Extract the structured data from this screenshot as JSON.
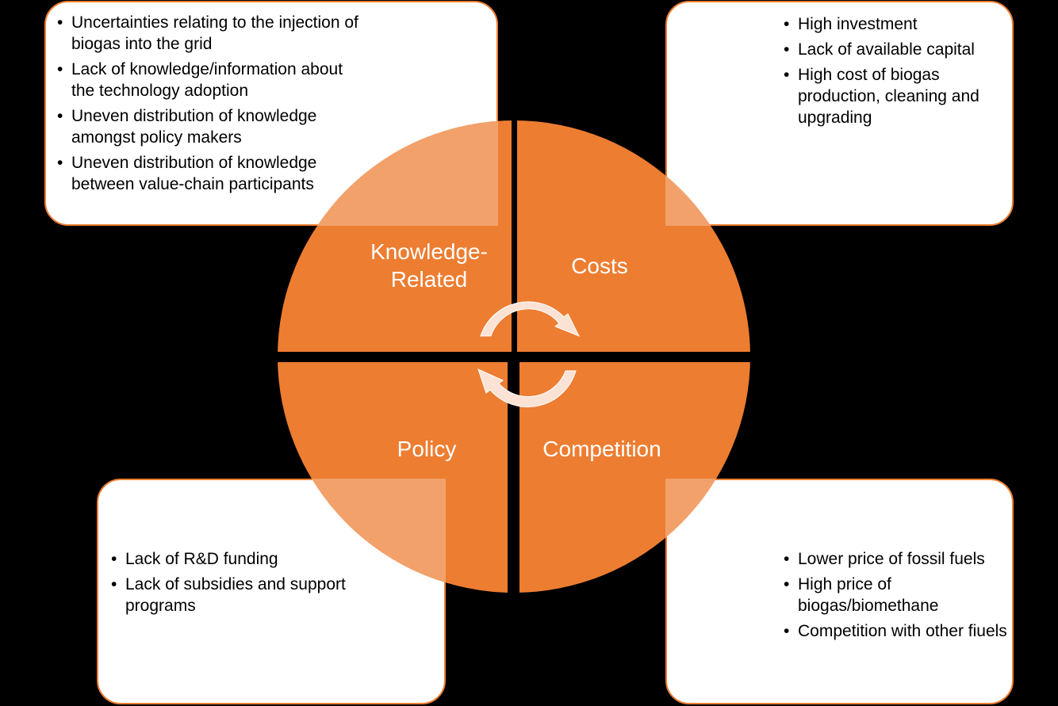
{
  "colors": {
    "accent": "#ed7d31",
    "background": "#000000",
    "box_fill": "#ffffff"
  },
  "quadrants": {
    "knowledge": {
      "label": "Knowledge-Related",
      "line1": "Knowledge-",
      "line2": "Related"
    },
    "costs": {
      "label": "Costs"
    },
    "policy": {
      "label": "Policy"
    },
    "competition": {
      "label": "Competition"
    }
  },
  "boxes": {
    "knowledge": {
      "items": [
        "Uncertainties relating to the injection of biogas into the grid",
        "Lack of knowledge/information about the technology adoption",
        "Uneven distribution of knowledge amongst policy makers",
        "Uneven distribution of knowledge between value-chain participants"
      ]
    },
    "costs": {
      "items": [
        "High investment",
        "Lack of available capital",
        "High cost of biogas production, cleaning and upgrading"
      ]
    },
    "policy": {
      "items": [
        "Lack of R&D funding",
        "Lack of subsidies and support programs"
      ]
    },
    "competition": {
      "items": [
        "Lower price of fossil fuels",
        "High price of biogas/biomethane",
        "Competition with other fiuels"
      ]
    }
  },
  "icons": [
    "cycle-arrow-top-icon",
    "cycle-arrow-bottom-icon"
  ]
}
